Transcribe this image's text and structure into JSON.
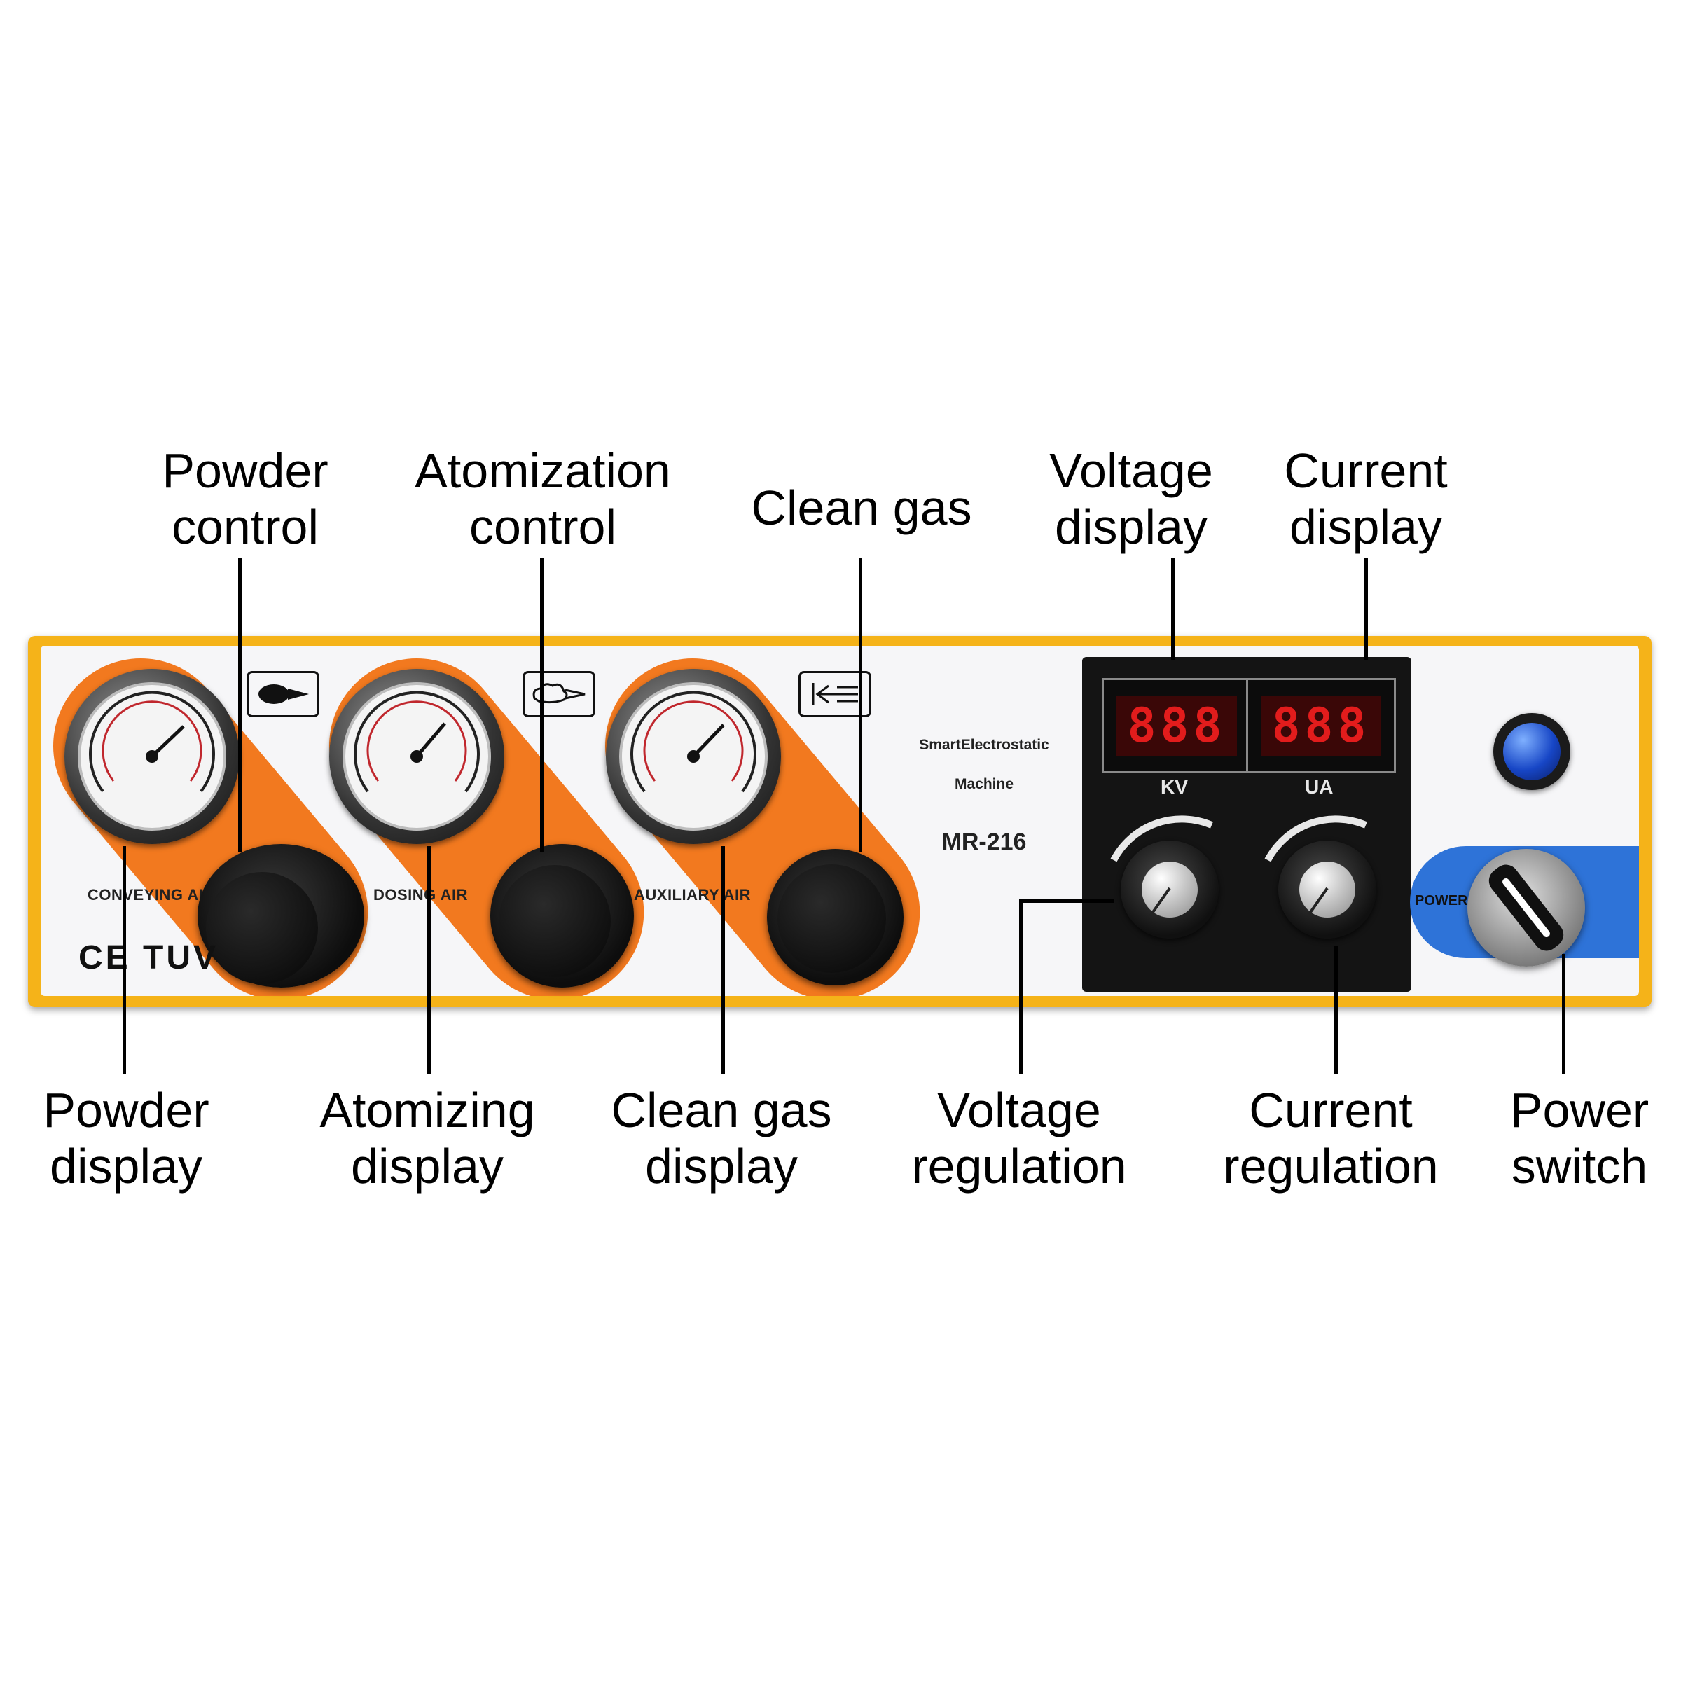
{
  "callouts_top": {
    "powder_control": [
      "Powder",
      "control"
    ],
    "atomization_control": [
      "Atomization",
      "control"
    ],
    "clean_gas": [
      "Clean gas"
    ],
    "voltage_display": [
      "Voltage",
      "display"
    ],
    "current_display": [
      "Current",
      "display"
    ]
  },
  "callouts_bottom": {
    "powder_display": [
      "Powder",
      "display"
    ],
    "atomizing_display": [
      "Atomizing",
      "display"
    ],
    "clean_gas_display": [
      "Clean gas",
      "display"
    ],
    "voltage_regulation": [
      "Voltage",
      "regulation"
    ],
    "current_regulation": [
      "Current",
      "regulation"
    ],
    "power_switch": [
      "Power",
      "switch"
    ]
  },
  "panel": {
    "sections": [
      {
        "label": "CONVEYING AIR",
        "icon": "powder-cloud-icon"
      },
      {
        "label": "DOSING AIR",
        "icon": "atomize-cloud-icon"
      },
      {
        "label": "AUXILIARY AIR",
        "icon": "clean-arrow-icon"
      }
    ],
    "brand_line1": "SmartElectrostatic",
    "brand_line2": "Machine",
    "model": "MR-216",
    "certification": "CE TUV",
    "displays": {
      "voltage": {
        "digits": "888",
        "unit": "KV"
      },
      "current": {
        "digits": "888",
        "unit": "UA"
      }
    },
    "power_label": "POWER"
  },
  "colors": {
    "frame": "#f5b319",
    "accent_orange": "#f2791f",
    "power_blue": "#2e73d8",
    "led_red": "#e21c1c",
    "control_block": "#141414"
  }
}
